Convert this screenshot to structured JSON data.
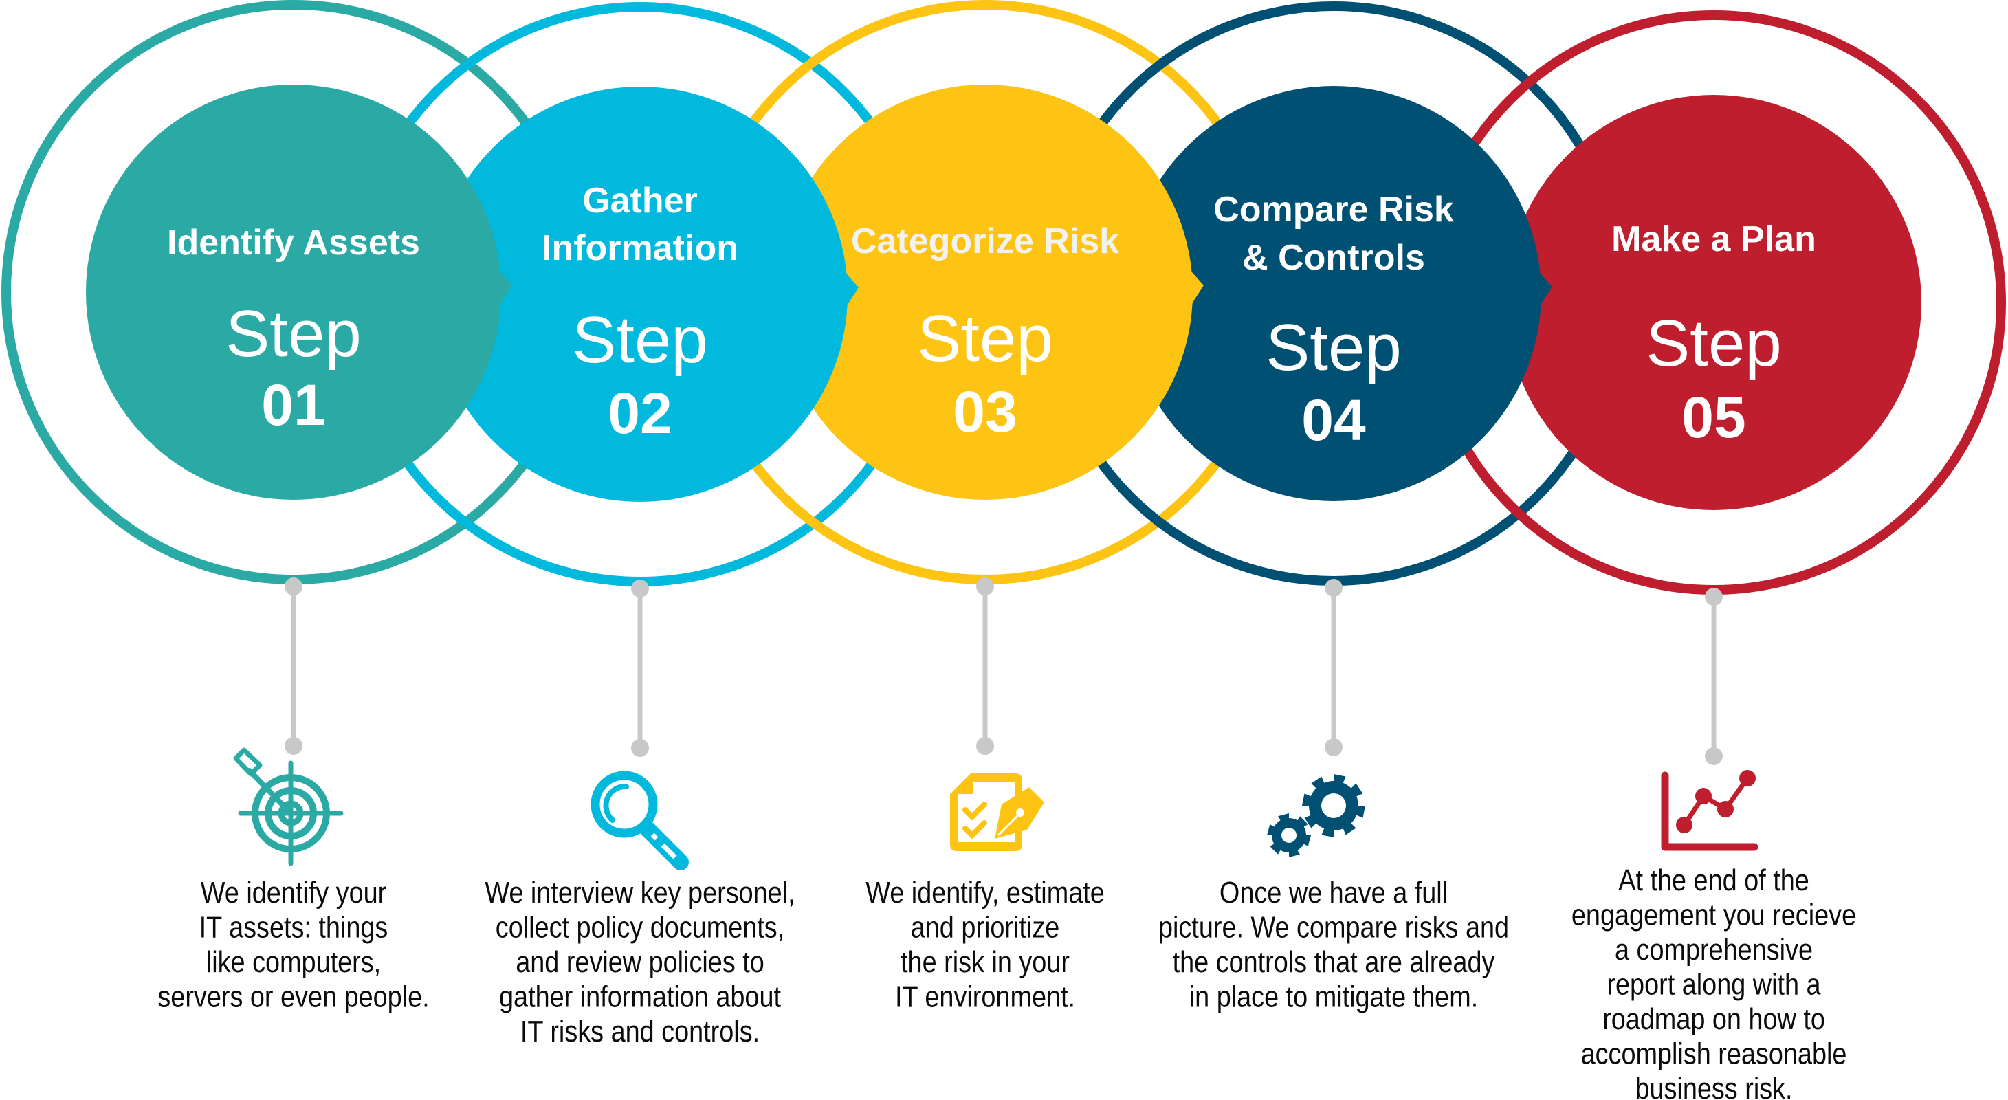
{
  "diagram": {
    "type": "process-flow",
    "step_word": "Step",
    "connector_color": "#c8c8c8",
    "steps": [
      {
        "id": "identify-assets",
        "title_lines": [
          "Identify Assets"
        ],
        "step_number": "01",
        "color": "#2baaa5",
        "icon": "target-icon",
        "description_lines": [
          "We identify your",
          "IT assets: things",
          "like computers,",
          "servers or even people."
        ]
      },
      {
        "id": "gather-information",
        "title_lines": [
          "Gather",
          "Information"
        ],
        "step_number": "02",
        "color": "#00b9dc",
        "icon": "magnifier-icon",
        "description_lines": [
          "We interview key personel,",
          "collect policy documents,",
          "and review policies to",
          "gather information about",
          "IT risks and controls."
        ]
      },
      {
        "id": "categorize-risk",
        "title_lines": [
          "Categorize Risk"
        ],
        "step_number": "03",
        "color": "#fdc413",
        "icon": "checklist-pen-icon",
        "description_lines": [
          "We identify, estimate",
          "and prioritize",
          "the risk in your",
          "IT environment."
        ]
      },
      {
        "id": "compare-risk-controls",
        "title_lines": [
          "Compare Risk",
          "& Controls"
        ],
        "step_number": "04",
        "color": "#005073",
        "icon": "gears-icon",
        "description_lines": [
          "Once we have a full",
          "picture. We compare risks and",
          "the controls  that are already",
          "in place to mitigate them."
        ]
      },
      {
        "id": "make-a-plan",
        "title_lines": [
          "Make a Plan"
        ],
        "step_number": "05",
        "color": "#be1e2d",
        "icon": "line-chart-icon",
        "description_lines": [
          "At the end of the",
          "engagement you recieve",
          "a comprehensive",
          "report along with a",
          "roadmap on how to",
          "accomplish reasonable",
          "business risk."
        ]
      }
    ]
  }
}
